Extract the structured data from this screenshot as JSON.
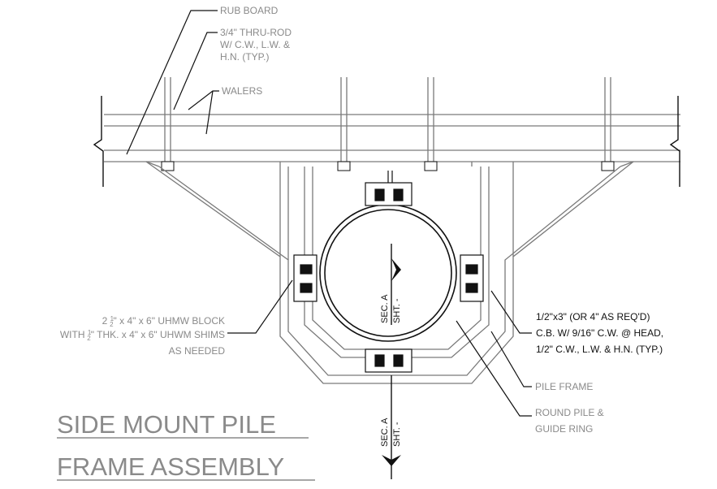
{
  "labels": {
    "rub_board": "RUB BOARD",
    "thru_rod": [
      "3/4\" THRU-ROD",
      "W/ C.W., L.W. &",
      "H.N. (TYP.)"
    ],
    "walers": "WALERS",
    "block": {
      "line1_pre": "2 ",
      "line1_whole": "2",
      "line1_post": "\" x 4\" x 6\" UHMW BLOCK",
      "line2_pre": "WITH ",
      "line2_post": "\" THK. x 4\" x 6\" UHWM SHIMS",
      "line3": "AS NEEDED",
      "fraction_num": "1",
      "fraction_den": "2"
    },
    "bolt": [
      "1/2\"x3\" (OR 4\" AS REQ'D)",
      "C.B. W/ 9/16\" C.W. @ HEAD,",
      "1/2\" C.W., L.W. & H.N. (TYP.)"
    ],
    "pile_frame": "PILE FRAME",
    "round_pile": [
      "ROUND PILE &",
      "GUIDE RING"
    ],
    "section_a": "SEC. A",
    "section_sht": "SHT. -"
  },
  "title": [
    "SIDE MOUNT PILE",
    "FRAME ASSEMBLY"
  ]
}
